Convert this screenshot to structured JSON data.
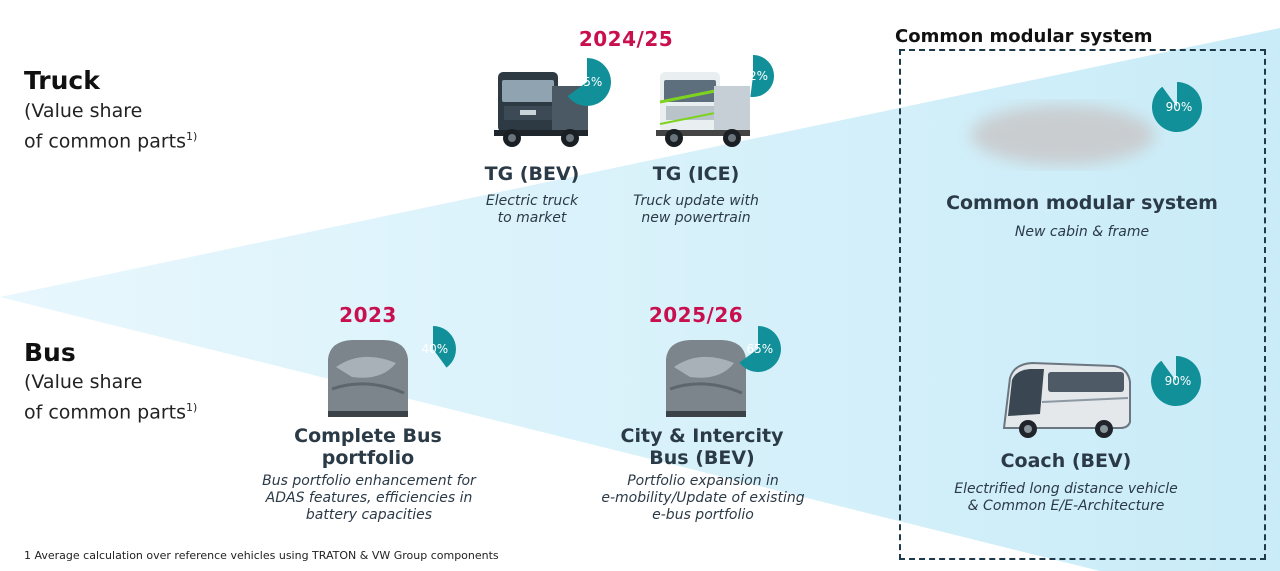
{
  "rows": {
    "truck": {
      "title": "Truck",
      "sub_line1": "(Value share",
      "sub_line2": "of common parts",
      "sup": "1)"
    },
    "bus": {
      "title": "Bus",
      "sub_line1": "(Value share",
      "sub_line2": "of common parts",
      "sup": "1)"
    }
  },
  "years": {
    "truck": "2024/25",
    "bus_first": "2023",
    "bus_second": "2025/26"
  },
  "vehicles": [
    {
      "title": "TG (BEV)",
      "desc_line1": "Electric truck",
      "desc_line2": "to market",
      "share": "65%",
      "share_value": 65,
      "icon": "electric-truck-icon"
    },
    {
      "title": "TG (ICE)",
      "desc_line1": "Truck update with",
      "desc_line2": "new powertrain",
      "share": "52%",
      "share_value": 52,
      "icon": "diesel-truck-icon"
    },
    {
      "title_line1": "Complete Bus",
      "title_line2": "portfolio",
      "desc_line1": "Bus portfolio enhancement for",
      "desc_line2": "ADAS features, efficiencies in",
      "desc_line3": "battery capacities",
      "share": "40%",
      "share_value": 40,
      "icon": "covered-bus-icon"
    },
    {
      "title_line1": "City & Intercity",
      "title_line2": "Bus (BEV)",
      "desc_line1": "Portfolio expansion in",
      "desc_line2": "e-mobility/Update of existing",
      "desc_line3": "e-bus portfolio",
      "share": "65%",
      "share_value": 65,
      "icon": "covered-bus-icon"
    }
  ],
  "modular": {
    "header": "Common modular system",
    "truck_title": "Common modular system",
    "truck_desc": "New cabin & frame",
    "truck_share": "90%",
    "truck_share_value": 90,
    "bus_title": "Coach (BEV)",
    "bus_desc_line1": "Electrified long distance vehicle",
    "bus_desc_line2": "& Common E/E-Architecture",
    "bus_share": "90%",
    "bus_share_value": 90,
    "truck_icon": "blurred-truck-icon",
    "bus_icon": "coach-bus-icon"
  },
  "footnote": "1 Average calculation over reference vehicles using TRATON & VW Group components",
  "colors": {
    "accent": "#c8104e",
    "pie": "#12909a",
    "wedge": "#d6f0fa",
    "text": "#2b3a47"
  }
}
